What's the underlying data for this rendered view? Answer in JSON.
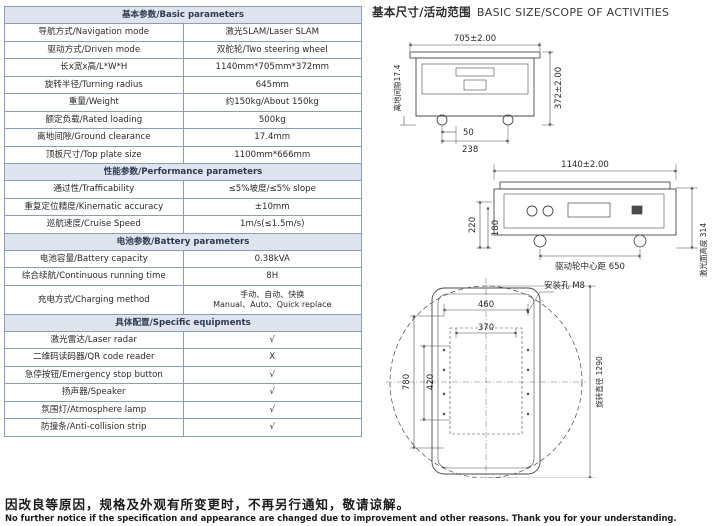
{
  "sections": {
    "basic": "基本参数/Basic parameters",
    "performance": "性能参数/Performance parameters",
    "battery": "电池参数/Battery parameters",
    "equipment": "具体配置/Specific equipments"
  },
  "basic_rows": [
    {
      "label": "导航方式/Navigation mode",
      "value": "激光SLAM/Laser SLAM"
    },
    {
      "label": "驱动方式/Driven mode",
      "value": "双舵轮/Two steering wheel"
    },
    {
      "label": "长x宽x高/L*W*H",
      "value": "1140mm*705mm*372mm"
    },
    {
      "label": "旋转半径/Turning radius",
      "value": "645mm"
    },
    {
      "label": "重量/Weight",
      "value": "约150kg/About 150kg"
    },
    {
      "label": "额定负载/Rated loading",
      "value": "500kg"
    },
    {
      "label": "离地间隙/Ground clearance",
      "value": "17.4mm"
    },
    {
      "label": "顶板尺寸/Top plate size",
      "value": "1100mm*666mm"
    }
  ],
  "performance_rows": [
    {
      "label": "通过性/Trafficability",
      "value": "≤5%坡度/≤5% slope"
    },
    {
      "label": "重复定位精度/Kinematic accuracy",
      "value": "±10mm"
    },
    {
      "label": "巡航速度/Cruise Speed",
      "value": "1m/s(≤1.5m/s)"
    }
  ],
  "battery_rows": [
    {
      "label": "电池容量/Battery capacity",
      "value": "0.38kVA"
    },
    {
      "label": "综合续航/Continuous running time",
      "value": "8H"
    }
  ],
  "charging": {
    "label": "充电方式/Charging method",
    "value_cn": "手动、自动、快换",
    "value_en": "Manual、Auto、Quick replace"
  },
  "equipment_rows": [
    {
      "label": "激光雷达/Laser radar",
      "value": "√"
    },
    {
      "label": "二维码读码器/QR code reader",
      "value": "X"
    },
    {
      "label": "急停按钮/Emergency stop button",
      "value": "√"
    },
    {
      "label": "扬声器/Speaker",
      "value": "√"
    },
    {
      "label": "氛围灯/Atmosphere lamp",
      "value": "√"
    },
    {
      "label": "防撞条/Anti-collision strip",
      "value": "√"
    }
  ],
  "dimension_title": {
    "cn": "基本尺寸/活动范围",
    "en": "BASIC SIZE/SCOPE OF ACTIVITIES"
  },
  "drawing_labels": {
    "width_705": "705±2.00",
    "height_372": "372±2.00",
    "clearance": "离地间隙17.4",
    "d50": "50",
    "d238": "238",
    "length_1140": "1140±2.00",
    "d220": "220",
    "d180": "180",
    "wheel_center": "驱动轮中心距 650",
    "lift_height": "激光面高度 314",
    "mount_hole": "安装孔 M8",
    "d460": "460",
    "d370": "370",
    "d780": "780",
    "d420": "420",
    "turn_diameter": "旋转直径 1290"
  },
  "footer": {
    "cn": "因改良等原因，规格及外观有所变更时，不再另行通知，敬请谅解。",
    "en": "No further notice if the specification and appearance are changed due to improvement and other reasons. Thank you for your understanding."
  },
  "colors": {
    "table_border": "#8a9db8",
    "section_bg": "#dfe4ee",
    "drawing_line": "#4a4a4a"
  }
}
